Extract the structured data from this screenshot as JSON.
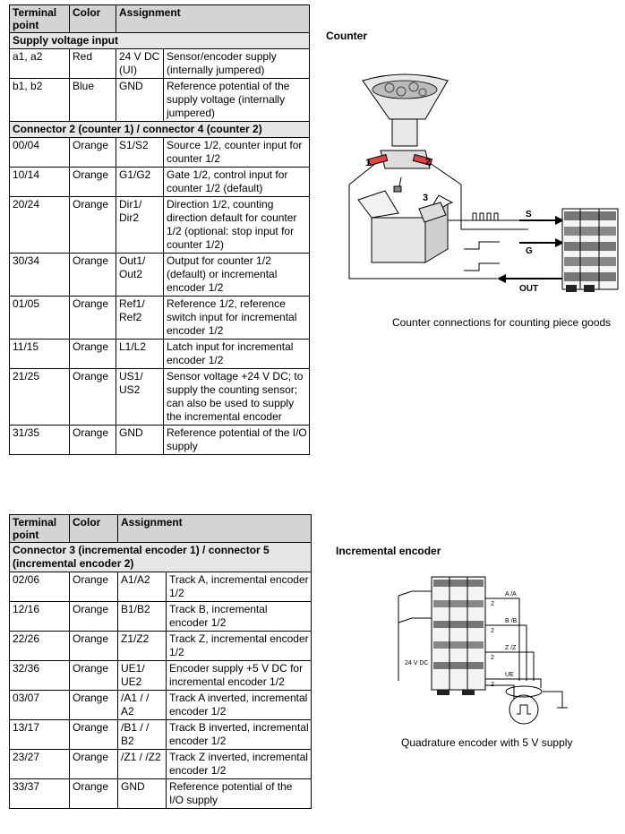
{
  "table1": {
    "headers": {
      "terminal": "Terminal point",
      "color": "Color",
      "assignment": "Assignment"
    },
    "sections": [
      {
        "title": "Supply voltage input",
        "rows": [
          {
            "terminal": "a1, a2",
            "color": "Red",
            "signal": "24 V DC (UI)",
            "desc": "Sensor/encoder supply (internally jumpered)"
          },
          {
            "terminal": "b1, b2",
            "color": "Blue",
            "signal": "GND",
            "desc": "Reference potential of the supply voltage (internally jumpered)"
          }
        ]
      },
      {
        "title": "Connector 2 (counter 1) / connector 4 (counter 2)",
        "rows": [
          {
            "terminal": "00/04",
            "color": "Orange",
            "signal": "S1/S2",
            "desc": "Source 1/2, counter input for counter 1/2"
          },
          {
            "terminal": "10/14",
            "color": "Orange",
            "signal": "G1/G2",
            "desc": "Gate 1/2, control input for counter 1/2 (default)"
          },
          {
            "terminal": "20/24",
            "color": "Orange",
            "signal": "Dir1/ Dir2",
            "desc": "Direction 1/2, counting direction default for counter 1/2 (optional: stop input for counter 1/2)"
          },
          {
            "terminal": "30/34",
            "color": "Orange",
            "signal": "Out1/ Out2",
            "desc": "Output for counter 1/2 (default) or incremental encoder 1/2"
          },
          {
            "terminal": "01/05",
            "color": "Orange",
            "signal": "Ref1/ Ref2",
            "desc": "Reference 1/2, reference switch input for incremental encoder 1/2"
          },
          {
            "terminal": "11/15",
            "color": "Orange",
            "signal": "L1/L2",
            "desc": "Latch input for incremental encoder 1/2"
          },
          {
            "terminal": "21/25",
            "color": "Orange",
            "signal": "US1/ US2",
            "desc": "Sensor voltage +24 V DC; to supply the counting sensor; can also be used to supply the incremental encoder"
          },
          {
            "terminal": "31/35",
            "color": "Orange",
            "signal": "GND",
            "desc": "Reference potential of the I/O supply"
          }
        ]
      }
    ]
  },
  "table2": {
    "headers": {
      "terminal": "Terminal point",
      "color": "Color",
      "assignment": "Assignment"
    },
    "sections": [
      {
        "title": "Connector 3 (incremental encoder 1) / connector 5 (incremental encoder 2)",
        "rows": [
          {
            "terminal": "02/06",
            "color": "Orange",
            "signal": "A1/A2",
            "desc": "Track A, incremental encoder 1/2"
          },
          {
            "terminal": "12/16",
            "color": "Orange",
            "signal": "B1/B2",
            "desc": "Track B, incremental encoder 1/2"
          },
          {
            "terminal": "22/26",
            "color": "Orange",
            "signal": "Z1/Z2",
            "desc": "Track Z, incremental encoder 1/2"
          },
          {
            "terminal": "32/36",
            "color": "Orange",
            "signal": "UE1/ UE2",
            "desc": "Encoder supply +5 V DC for incremental encoder 1/2"
          },
          {
            "terminal": "03/07",
            "color": "Orange",
            "signal": "/A1 / / A2",
            "desc": "Track A inverted, incremental encoder 1/2"
          },
          {
            "terminal": "13/17",
            "color": "Orange",
            "signal": "/B1 / / B2",
            "desc": "Track B inverted, incremental encoder 1/2"
          },
          {
            "terminal": "23/27",
            "color": "Orange",
            "signal": "/Z1 / /Z2",
            "desc": "Track Z inverted, incremental encoder 1/2"
          },
          {
            "terminal": "33/37",
            "color": "Orange",
            "signal": "GND",
            "desc": "Reference potential of the I/O supply"
          }
        ]
      }
    ]
  },
  "counter": {
    "heading": "Counter",
    "caption": "Counter connections for counting piece goods",
    "labels": {
      "one": "1",
      "two": "2",
      "three": "3",
      "s": "S",
      "g": "G",
      "out": "OUT"
    }
  },
  "encoder": {
    "heading": "Incremental encoder",
    "caption": "Quadrature encoder with 5 V supply",
    "labels": {
      "supply": "24 V DC",
      "a": "A /A",
      "b": "B /B",
      "z": "Z /Z",
      "n1": "2",
      "n2": "2",
      "n3": "2",
      "n4": "2",
      "ue": "UE"
    }
  }
}
